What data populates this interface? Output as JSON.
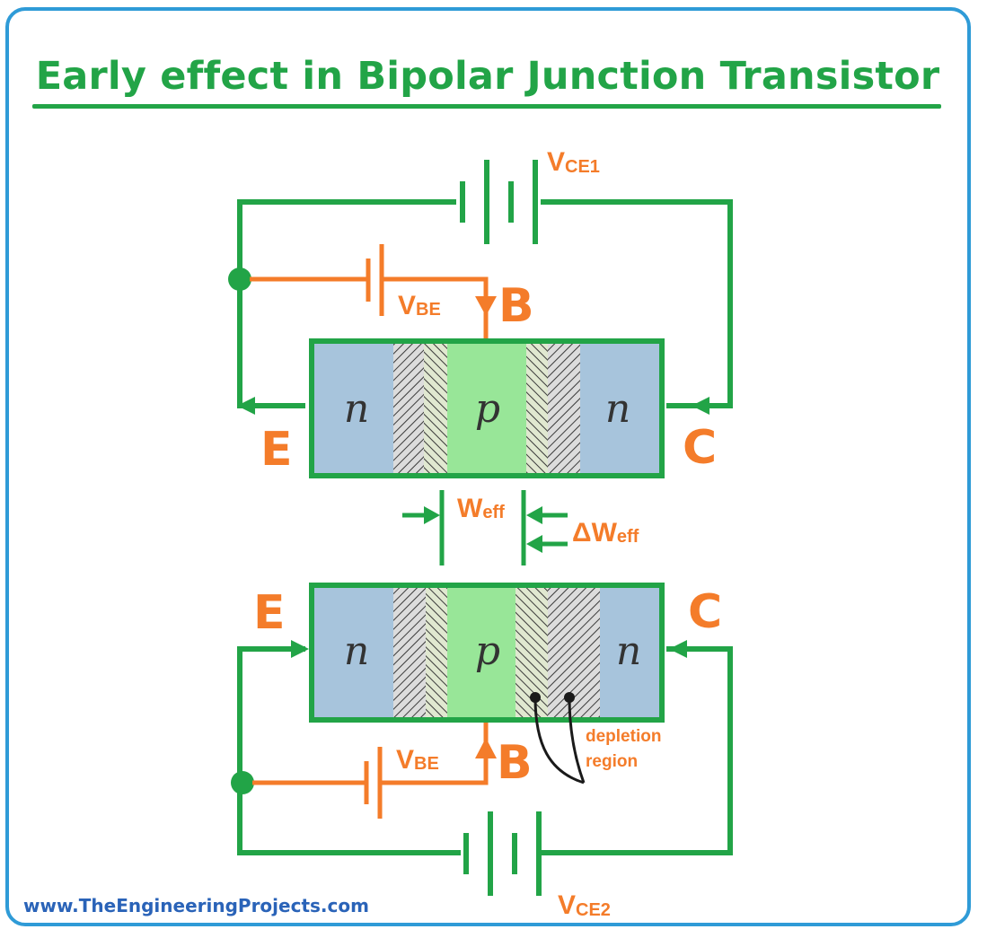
{
  "title": "Early effect in Bipolar Junction Transistor",
  "website": "www.TheEngineeringProjects.com",
  "colors": {
    "wire_green": "#22a447",
    "wire_orange": "#f47c2a",
    "label_orange": "#f47c2a",
    "n_region": "#a7c4dc",
    "p_region": "#98e698",
    "frame_blue": "#2f9bd7",
    "website_blue": "#2a63b8"
  },
  "top_transistor": {
    "battery_label": {
      "main": "V",
      "sub": "CE1"
    },
    "base_battery_label": {
      "main": "V",
      "sub": "BE"
    },
    "base_terminal": "B",
    "emitter_terminal": "E",
    "collector_terminal": "C",
    "regions": [
      "n",
      "p",
      "n"
    ]
  },
  "width_annotation": {
    "w_eff": {
      "main": "W",
      "sub": "eff"
    },
    "delta_w_eff": {
      "main": "ΔW",
      "sub": "eff"
    }
  },
  "bottom_transistor": {
    "battery_label": {
      "main": "V",
      "sub": "CE2"
    },
    "base_battery_label": {
      "main": "V",
      "sub": "BE"
    },
    "base_terminal": "B",
    "emitter_terminal": "E",
    "collector_terminal": "C",
    "regions": [
      "n",
      "p",
      "n"
    ],
    "depletion_label_line1": "depletion",
    "depletion_label_line2": "region"
  }
}
